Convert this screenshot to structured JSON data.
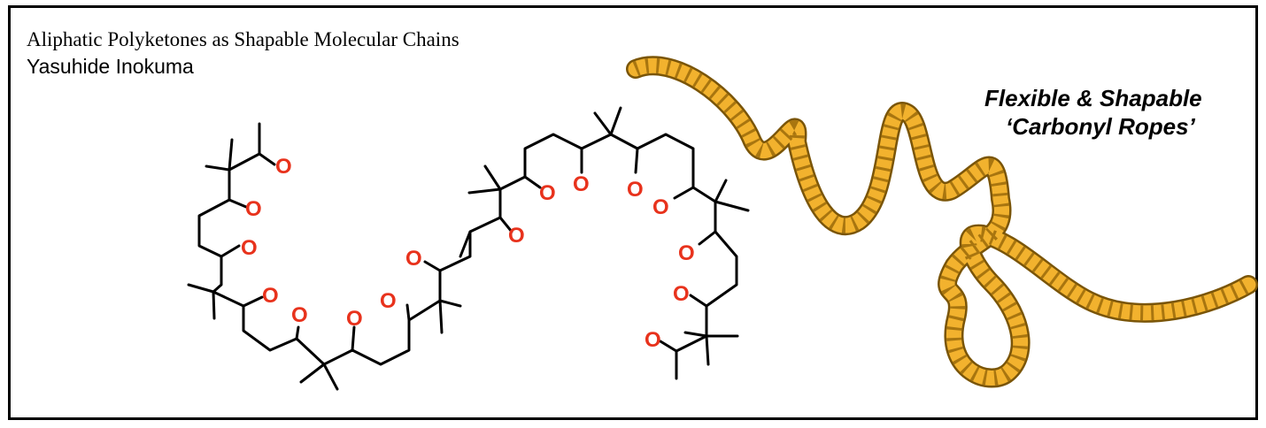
{
  "header": {
    "title": "Aliphatic Polyketones as Shapable Molecular Chains",
    "author": "Yasuhide Inokuma"
  },
  "slogan": {
    "line1": "Flexible & Shapable",
    "line2": "‘Carbonyl Ropes’"
  },
  "molecule": {
    "oxygen_label": "O",
    "oxygen_color": "#e8321c",
    "bond_color": "#000000"
  },
  "rope": {
    "fill_color": "#f2b22e",
    "edge_color": "#7a5508"
  }
}
